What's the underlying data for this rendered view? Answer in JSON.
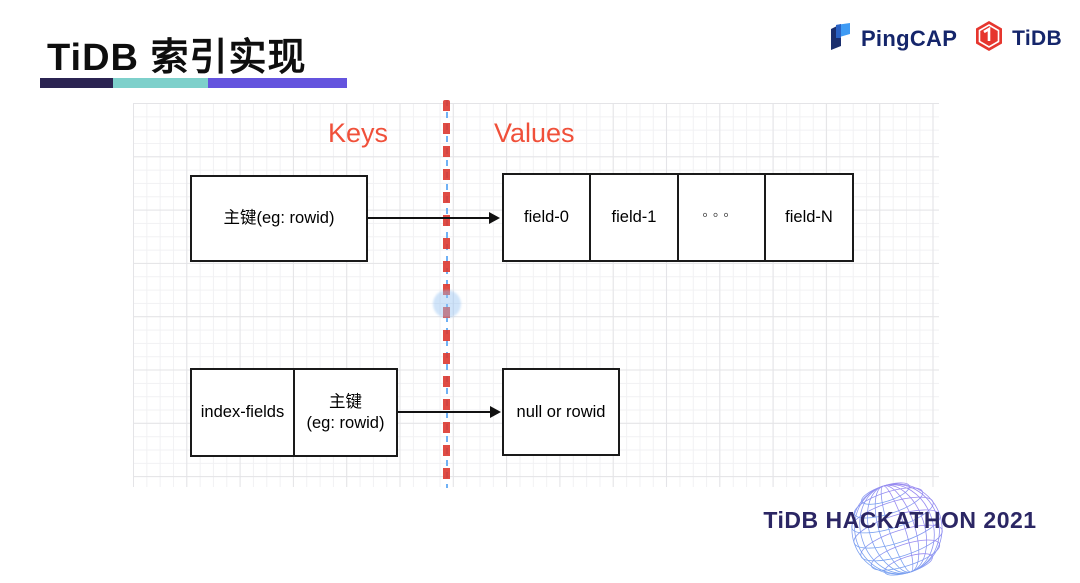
{
  "title": "TiDB 索引实现",
  "header": {
    "logos": {
      "pingcap_label": "PingCAP",
      "tidb_label": "TiDB"
    }
  },
  "diagram": {
    "keys_label": "Keys",
    "values_label": "Values",
    "row1": {
      "key": "主键(eg: rowid)",
      "values": [
        "field-0",
        "field-1",
        "。。。",
        "field-N"
      ]
    },
    "row2": {
      "key_cell1": "index-fields",
      "key_cell2_line1": "主键",
      "key_cell2_line2": "(eg: rowid)",
      "value": "null or rowid"
    }
  },
  "footer": {
    "hackathon_label": "TiDB HACKATHON 2021"
  },
  "colors": {
    "label_red": "#f0503a",
    "divider_red": "#dc3930",
    "divider_blue": "#6fb1f5",
    "bar_navy": "#2b2452",
    "bar_teal": "#7ed0cb",
    "bar_purple": "#6454de",
    "logo_navy": "#15266b",
    "logo_red": "#e6362e",
    "hackathon_navy": "#2b2664"
  }
}
